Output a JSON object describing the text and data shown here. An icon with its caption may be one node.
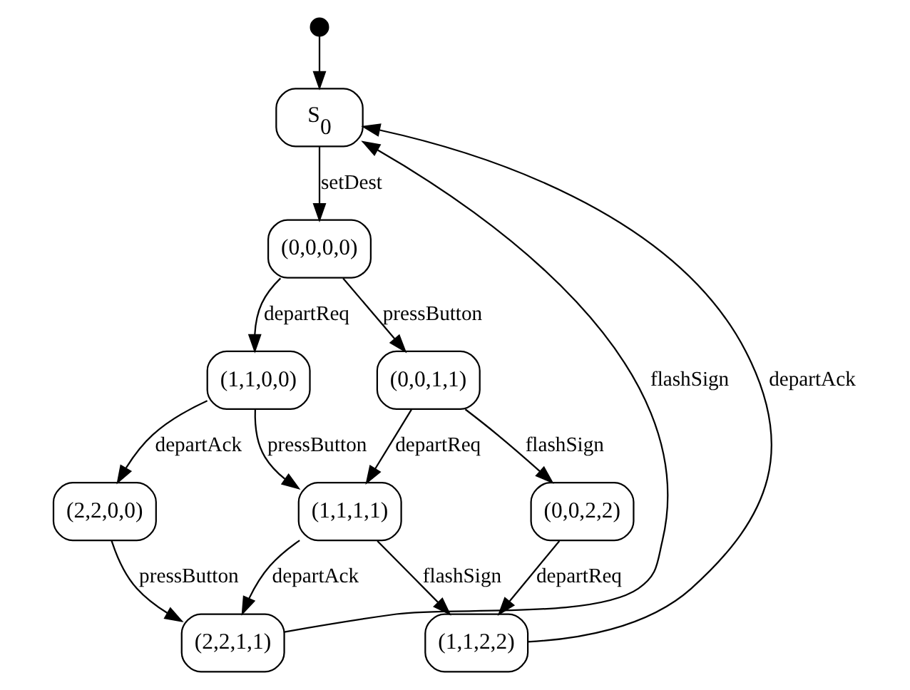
{
  "diagram": {
    "nodes": [
      {
        "text": [],
        "shape": "circle"
      },
      {
        "text": [
          "S$_{0}$"
        ]
      },
      {
        "text": [
          "(0,0,0,0)"
        ]
      },
      {
        "text": [
          "(1,1,0,0)"
        ]
      },
      {
        "text": [
          "(0,0,1,1)"
        ]
      },
      {
        "text": [
          "(2,2,0,0)"
        ]
      },
      {
        "text": [
          "(1,1,1,1)"
        ]
      },
      {
        "text": [
          "(0,0,2,2)"
        ]
      },
      {
        "text": [
          "(2,2,1,1)"
        ]
      },
      {
        "text": [
          "(1,1,2,2)"
        ]
      }
    ],
    "edges": [
      {
        "from": 0,
        "to": 1,
        "arrow": "to"
      },
      {
        "from": 1,
        "to": 2,
        "arrow": "to",
        "label": "setDest"
      },
      {
        "from": 2,
        "to": 3,
        "arrow": "to",
        "label": "departReq"
      },
      {
        "from": 2,
        "to": 4,
        "arrow": "to",
        "label": "pressButton"
      },
      {
        "from": 3,
        "to": 5,
        "arrow": "to",
        "label": "departAck"
      },
      {
        "from": 3,
        "to": 6,
        "arrow": "to",
        "label": "pressButton"
      },
      {
        "from": 4,
        "to": 6,
        "arrow": "to",
        "label": "departReq"
      },
      {
        "from": 4,
        "to": 7,
        "arrow": "to",
        "label": "flashSign"
      },
      {
        "from": 5,
        "to": 8,
        "arrow": "to",
        "label": "pressButton"
      },
      {
        "from": 6,
        "to": 8,
        "arrow": "to",
        "label": "departAck"
      },
      {
        "from": 6,
        "to": 9,
        "arrow": "to",
        "label": "flashSign"
      },
      {
        "from": 7,
        "to": 9,
        "arrow": "to",
        "label": "departReq"
      },
      {
        "from": 8,
        "to": 1,
        "arrow": "to",
        "label": "flashSign"
      },
      {
        "from": 9,
        "to": 1,
        "arrow": "to",
        "label": "departAck"
      }
    ]
  }
}
